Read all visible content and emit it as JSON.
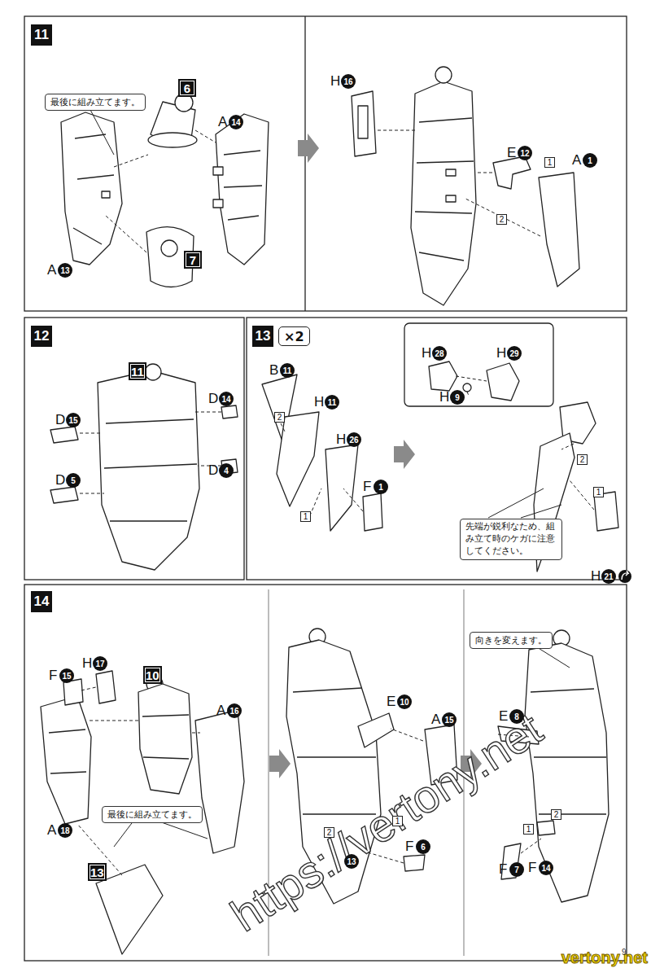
{
  "diagram": {
    "nodes": [
      {
        "text": [
          "11"
        ]
      },
      {
        "text": [
          "最後に組み立てます。"
        ]
      },
      {
        "text": [
          "6"
        ]
      },
      {
        "text": [
          "7"
        ]
      },
      {
        "text": [
          "1"
        ]
      },
      {
        "text": [
          "2"
        ]
      },
      {
        "text": [
          "12"
        ]
      },
      {
        "text": [
          "11"
        ]
      },
      {
        "text": [
          "13"
        ]
      },
      {
        "text": [
          "×2"
        ]
      },
      {
        "text": [
          "2"
        ]
      },
      {
        "text": [
          "1"
        ]
      },
      {
        "text": [
          "2"
        ]
      },
      {
        "text": [
          "1"
        ]
      },
      {
        "text": [
          "先端が鋭利なため、組み立て時のケガに注意してください。"
        ]
      },
      {
        "text": [
          "14"
        ]
      },
      {
        "text": [
          "10"
        ]
      },
      {
        "text": [
          "最後に組み立てます。"
        ]
      },
      {
        "text": [
          "13"
        ]
      },
      {
        "text": [
          "2"
        ]
      },
      {
        "text": [
          "1"
        ]
      },
      {
        "text": [
          "向きを変えます。"
        ]
      },
      {
        "text": [
          "1"
        ]
      },
      {
        "text": [
          "2"
        ]
      }
    ],
    "labels": [
      "A",
      "14",
      "A",
      "13",
      "H",
      "16",
      "E",
      "12",
      "A",
      "1",
      "D",
      "15",
      "D",
      "14",
      "D",
      "4",
      "D",
      "5",
      "B",
      "11",
      "H",
      "11",
      "H",
      "26",
      "F",
      "1",
      "H",
      "28",
      "H",
      "29",
      "H",
      "9",
      "H",
      "21",
      "H",
      "17",
      "F",
      "15",
      "A",
      "16",
      "A",
      "18",
      "E",
      "10",
      "A",
      "15",
      "F",
      "6",
      "13",
      "E",
      "8",
      "F",
      "7",
      "F",
      "14",
      "https://vertony.net",
      "vertony.net",
      "9"
    ]
  }
}
